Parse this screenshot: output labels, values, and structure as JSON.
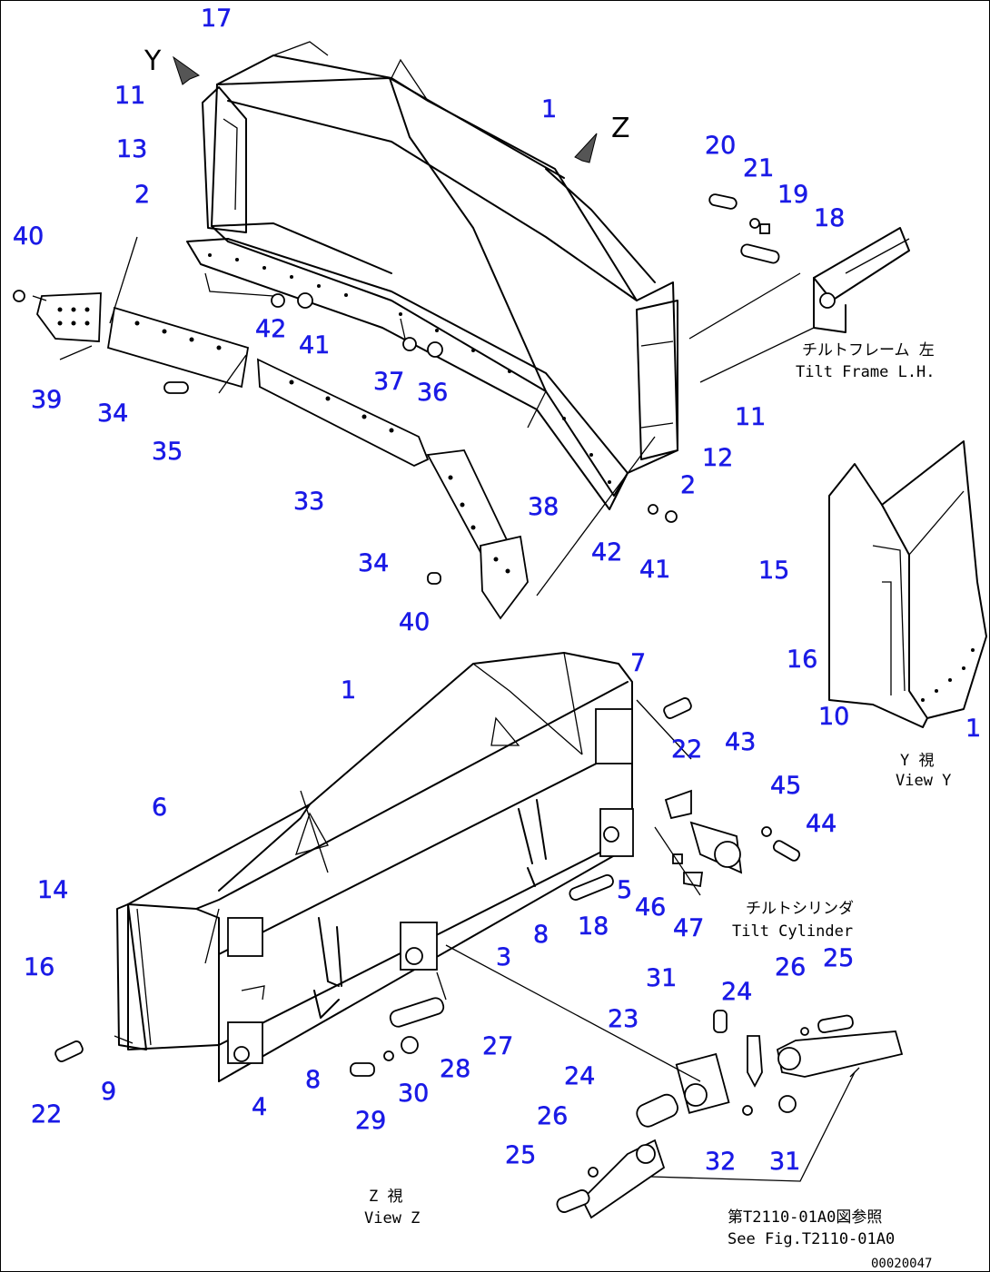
{
  "view_markers": {
    "y": "Y",
    "z": "Z"
  },
  "callouts": [
    {
      "id": "c17a",
      "text": "17"
    },
    {
      "id": "c11a",
      "text": "11"
    },
    {
      "id": "c13",
      "text": "13"
    },
    {
      "id": "c2a",
      "text": "2"
    },
    {
      "id": "c40a",
      "text": "40"
    },
    {
      "id": "c1a",
      "text": "1"
    },
    {
      "id": "c20",
      "text": "20"
    },
    {
      "id": "c21",
      "text": "21"
    },
    {
      "id": "c19",
      "text": "19"
    },
    {
      "id": "c18a",
      "text": "18"
    },
    {
      "id": "c42a",
      "text": "42"
    },
    {
      "id": "c41a",
      "text": "41"
    },
    {
      "id": "c37",
      "text": "37"
    },
    {
      "id": "c36",
      "text": "36"
    },
    {
      "id": "c39",
      "text": "39"
    },
    {
      "id": "c34a",
      "text": "34"
    },
    {
      "id": "c35",
      "text": "35"
    },
    {
      "id": "c11b",
      "text": "11"
    },
    {
      "id": "c12",
      "text": "12"
    },
    {
      "id": "c2b",
      "text": "2"
    },
    {
      "id": "c33",
      "text": "33"
    },
    {
      "id": "c38",
      "text": "38"
    },
    {
      "id": "c34b",
      "text": "34"
    },
    {
      "id": "c42b",
      "text": "42"
    },
    {
      "id": "c41b",
      "text": "41"
    },
    {
      "id": "c40b",
      "text": "40"
    },
    {
      "id": "c15",
      "text": "15"
    },
    {
      "id": "c16a",
      "text": "16"
    },
    {
      "id": "c10",
      "text": "10"
    },
    {
      "id": "c1b",
      "text": "1"
    },
    {
      "id": "c1c",
      "text": "1"
    },
    {
      "id": "c7",
      "text": "7"
    },
    {
      "id": "c22a",
      "text": "22"
    },
    {
      "id": "c43",
      "text": "43"
    },
    {
      "id": "c45",
      "text": "45"
    },
    {
      "id": "c44",
      "text": "44"
    },
    {
      "id": "c6",
      "text": "6"
    },
    {
      "id": "c14",
      "text": "14"
    },
    {
      "id": "c16b",
      "text": "16"
    },
    {
      "id": "c5",
      "text": "5"
    },
    {
      "id": "c46",
      "text": "46"
    },
    {
      "id": "c47",
      "text": "47"
    },
    {
      "id": "c18b",
      "text": "18"
    },
    {
      "id": "c8a",
      "text": "8"
    },
    {
      "id": "c3",
      "text": "3"
    },
    {
      "id": "c31a",
      "text": "31"
    },
    {
      "id": "c24a",
      "text": "24"
    },
    {
      "id": "c26a",
      "text": "26"
    },
    {
      "id": "c25a",
      "text": "25"
    },
    {
      "id": "c23",
      "text": "23"
    },
    {
      "id": "c27",
      "text": "27"
    },
    {
      "id": "c28",
      "text": "28"
    },
    {
      "id": "c8b",
      "text": "8"
    },
    {
      "id": "c4",
      "text": "4"
    },
    {
      "id": "c22b",
      "text": "22"
    },
    {
      "id": "c9",
      "text": "9"
    },
    {
      "id": "c29",
      "text": "29"
    },
    {
      "id": "c30",
      "text": "30"
    },
    {
      "id": "c24b",
      "text": "24"
    },
    {
      "id": "c26b",
      "text": "26"
    },
    {
      "id": "c25b",
      "text": "25"
    },
    {
      "id": "c32",
      "text": "32"
    },
    {
      "id": "c31b",
      "text": "31"
    }
  ],
  "notes": {
    "tilt_frame_jp": "チルトフレーム 左",
    "tilt_frame_en": "Tilt Frame L.H.",
    "view_y_jp": "Y 視",
    "view_y_en": "View Y",
    "tilt_cylinder_jp": "チルトシリンダ",
    "tilt_cylinder_en": "Tilt Cylinder",
    "view_z_jp": "Z 視",
    "view_z_en": "View Z",
    "see_fig_jp": "第T2110-01A0図参照",
    "see_fig_en": "See Fig.T2110-01A0",
    "drawing_code": "00020047"
  }
}
